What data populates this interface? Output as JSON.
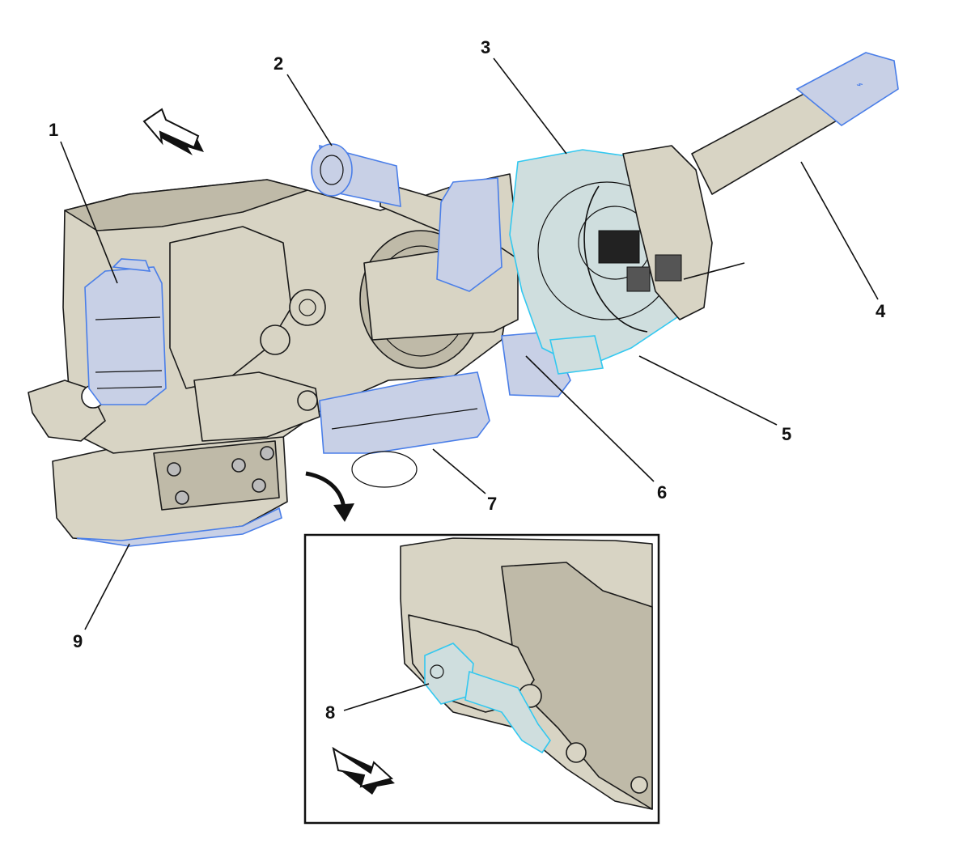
{
  "callouts": [
    {
      "id": "c1",
      "number": "1"
    },
    {
      "id": "c2",
      "number": "2"
    },
    {
      "id": "c3",
      "number": "3"
    },
    {
      "id": "c4",
      "number": "4"
    },
    {
      "id": "c5",
      "number": "5"
    },
    {
      "id": "c6",
      "number": "6"
    },
    {
      "id": "c7",
      "number": "7"
    },
    {
      "id": "c8",
      "number": "8"
    },
    {
      "id": "c9",
      "number": "9"
    }
  ],
  "colors": {
    "housing": "#d8d4c4",
    "highlight_blue": "#4a7ee8",
    "highlight_cyan": "#32c8f0",
    "outline": "#1a1a1a"
  },
  "arrows": [
    "direction-arrow-upper-left",
    "rotation-arrow-down",
    "direction-arrow-lower-right"
  ],
  "inset": {
    "border": "detail-frame"
  }
}
